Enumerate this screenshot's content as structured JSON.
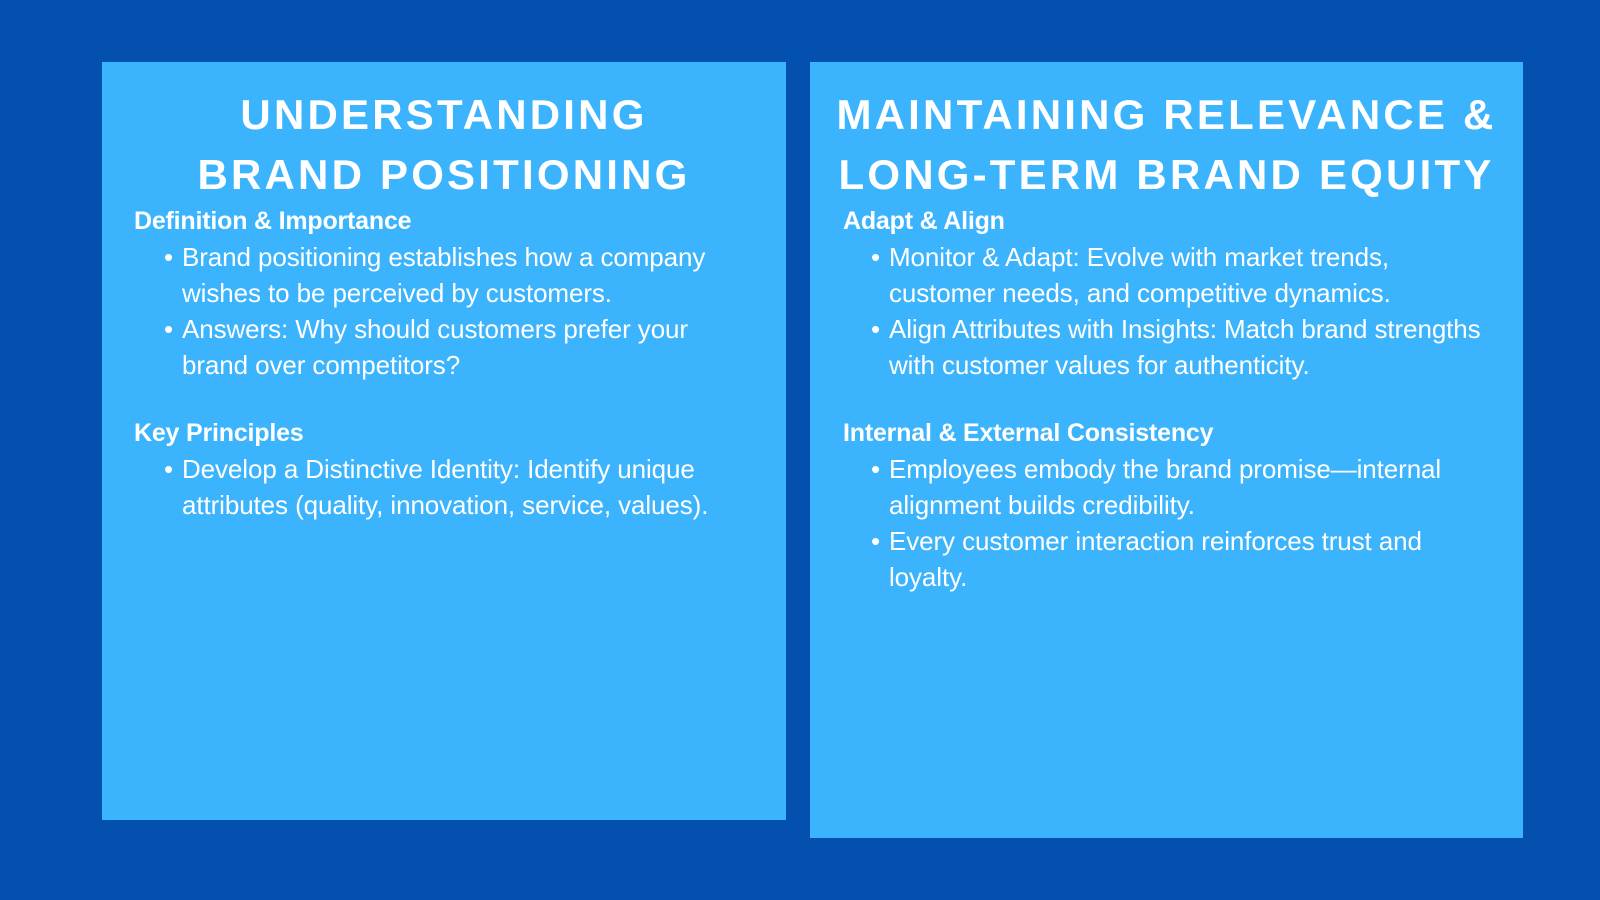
{
  "theme": {
    "background_color": "#0450AE",
    "panel_color": "#3BB4FD",
    "text_color": "#FFFFFF"
  },
  "panels": [
    {
      "id": "understanding-brand-positioning",
      "title": "UNDERSTANDING\nBRAND POSITIONING",
      "sections": [
        {
          "heading": "Definition & Importance",
          "bullets": [
            "Brand positioning establishes how a company wishes to be perceived by customers.",
            "Answers: Why should customers prefer your brand over competitors?"
          ]
        },
        {
          "heading": "Key Principles",
          "bullets": [
            "Develop a Distinctive Identity: Identify unique attributes (quality, innovation, service, values)."
          ]
        }
      ]
    },
    {
      "id": "maintaining-relevance-brand-equity",
      "title": "MAINTAINING RELEVANCE & LONG-TERM BRAND EQUITY",
      "sections": [
        {
          "heading": "Adapt & Align",
          "bullets": [
            "Monitor & Adapt: Evolve with market trends, customer needs, and competitive dynamics.",
            "Align Attributes with Insights: Match brand strengths with customer values for authenticity."
          ]
        },
        {
          "heading": "Internal & External Consistency",
          "bullets": [
            "Employees embody the brand promise—internal alignment builds credibility.",
            "Every customer interaction reinforces trust and loyalty."
          ]
        }
      ]
    }
  ],
  "bullet_glyph": "•"
}
